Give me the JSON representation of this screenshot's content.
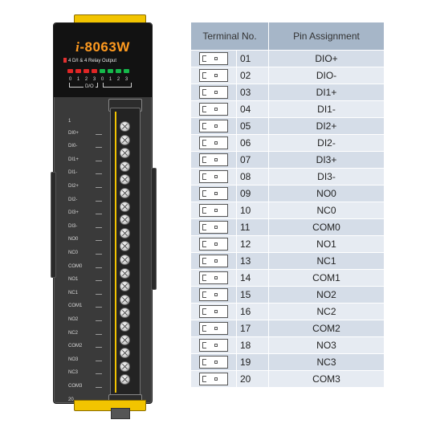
{
  "module": {
    "model_prefix": "i",
    "model_name": "-8063W",
    "subtitle": "4 D/I & 4 Relay Output",
    "led_numbers": [
      "0",
      "1",
      "2",
      "3",
      "0",
      "1",
      "2",
      "3"
    ],
    "led_group_label": "D/O",
    "led_colors": {
      "red": "#e02525",
      "green": "#15b84a"
    },
    "terminal_labels": [
      "1",
      "DI0+",
      "DI0-",
      "DI1+",
      "DI1-",
      "DI2+",
      "DI2-",
      "DI3+",
      "DI3-",
      "NO0",
      "NC0",
      "COM0",
      "NO1",
      "NC1",
      "COM1",
      "NO2",
      "NC2",
      "COM2",
      "NO3",
      "NC3",
      "COM3",
      "20"
    ]
  },
  "table": {
    "header_terminal": "Terminal No.",
    "header_pin": "Pin Assignment",
    "header_color": "#a6b6c8",
    "rows": [
      {
        "no": "01",
        "pin": "DIO+"
      },
      {
        "no": "02",
        "pin": "DIO-"
      },
      {
        "no": "03",
        "pin": "DI1+"
      },
      {
        "no": "04",
        "pin": "DI1-"
      },
      {
        "no": "05",
        "pin": "DI2+"
      },
      {
        "no": "06",
        "pin": "DI2-"
      },
      {
        "no": "07",
        "pin": "DI3+"
      },
      {
        "no": "08",
        "pin": "DI3-"
      },
      {
        "no": "09",
        "pin": "NO0"
      },
      {
        "no": "10",
        "pin": "NC0"
      },
      {
        "no": "11",
        "pin": "COM0"
      },
      {
        "no": "12",
        "pin": "NO1"
      },
      {
        "no": "13",
        "pin": "NC1"
      },
      {
        "no": "14",
        "pin": "COM1"
      },
      {
        "no": "15",
        "pin": "NO2"
      },
      {
        "no": "16",
        "pin": "NC2"
      },
      {
        "no": "17",
        "pin": "COM2"
      },
      {
        "no": "18",
        "pin": "NO3"
      },
      {
        "no": "19",
        "pin": "NC3"
      },
      {
        "no": "20",
        "pin": "COM3"
      }
    ]
  }
}
